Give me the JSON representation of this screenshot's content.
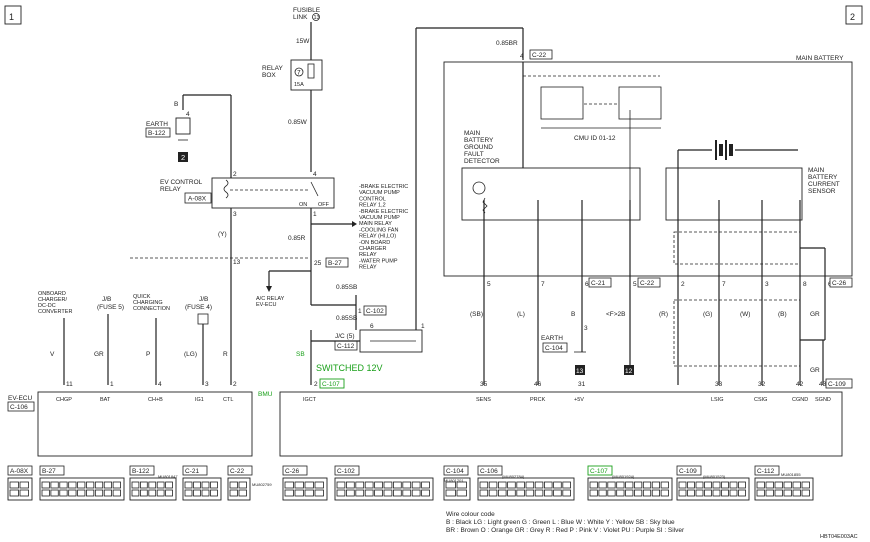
{
  "page_ids": [
    "1",
    "2"
  ],
  "doc_code": "HBT04E003AC",
  "fusible_link": "FUSIBLE\nLINK",
  "fusible_link_num": "13",
  "relay_box": {
    "label": "RELAY\nBOX",
    "fuse_num": "7",
    "fuse_rating": "15A"
  },
  "wires": {
    "w15W": "15W",
    "w085W": "0.85W",
    "w085BR": "0.85BR",
    "w085R": "0.85R",
    "w085SB_a": "0.85SB",
    "w085SB_b": "0.85SB",
    "wB_earth": "B",
    "wY": "(Y)",
    "wV": "V",
    "wGR": "GR",
    "wP": "P",
    "wLG": "(LG)",
    "wR": "R",
    "wSB": "SB",
    "wSB_p": "(SB)",
    "wL": "(L)",
    "wB": "B",
    "wF2B": "<F>2B",
    "wR2": "(R)",
    "wG": "(G)",
    "wW": "(W)",
    "wB2": "(B)",
    "wGR2": "GR",
    "wGR3": "GR"
  },
  "earth_labels": {
    "e1": "EARTH",
    "e2": "EARTH"
  },
  "connectors": {
    "B122": "B-122",
    "A08X": "A-08X",
    "B27": "B-27",
    "C102": "C-102",
    "C112": "C-112",
    "C107": "C-107",
    "C106": "C-106",
    "C22": "C-22",
    "C21": "C-21",
    "C104": "C-104",
    "C26": "C-26",
    "C109": "C-109"
  },
  "earth_marks": {
    "m2": "2",
    "m13": "13",
    "m12": "12"
  },
  "ev_control_relay": {
    "label": "EV CONTROL\nRELAY",
    "on": "ON",
    "off": "OFF"
  },
  "relay_loads": "BRAKE ELECTRIC\nVACUUM PUMP\nCONTROL\nRELAY 1,2\nBRAKE ELECTRIC\nVACUUM PUMP\nMAIN RELAY\nCOOLING FAN\nRELAY (HI,LO)\nON BOARD\nCHARGER\nRELAY\nWATER PUMP\nRELAY",
  "ac_relay": "A/C RELAY\nEV-ECU",
  "jc5": "J/C (5)",
  "top_labels": {
    "onboard": "ONBOARD\nCHARGER/\nDC-DC\nCONVERTER",
    "jb1": "J/B\n(FUSE 5)",
    "quick": "QUICK\nCHARGING\nCONNECTION",
    "jb2": "J/B\n(FUSE 4)"
  },
  "switched": "SWITCHED 12V",
  "bmu": "BMU",
  "ev_ecu": "EV-ECU",
  "pins_ev": [
    {
      "num": "11",
      "name": "CHGP"
    },
    {
      "num": "1",
      "name": "BAT"
    },
    {
      "num": "4",
      "name": "CH+B"
    },
    {
      "num": "3",
      "name": "IG1"
    },
    {
      "num": "2",
      "name": "CTL"
    }
  ],
  "pins_bmu": [
    {
      "num": "2",
      "name": "IGCT"
    },
    {
      "num": "35",
      "name": "SENS"
    },
    {
      "num": "46",
      "name": "PRCK"
    },
    {
      "num": "31",
      "name": "+5V"
    },
    {
      "num": "33",
      "name": "LSIG"
    },
    {
      "num": "32",
      "name": "CSIG"
    },
    {
      "num": "42",
      "name": "CGND"
    },
    {
      "num": "43",
      "name": "SGND"
    }
  ],
  "battery_pins": [
    "5",
    "7",
    "6",
    "5",
    "2",
    "7",
    "3",
    "8",
    "6"
  ],
  "main_battery": "MAIN BATTERY",
  "cmu": "CMU ID 01-12",
  "gfd": "MAIN\nBATTERY\nGROUND\nFAULT\nDETECTOR",
  "current_sensor": "MAIN\nBATTERY\nCURRENT\nSENSOR",
  "pin_misc": {
    "p4a": "4",
    "p4b": "4",
    "p2": "2",
    "p3": "3",
    "p1": "1",
    "p13": "13",
    "p25": "25",
    "p1b": "1",
    "p6": "6",
    "p1c": "1",
    "p3b": "3",
    "p4c": "4"
  },
  "bottom_connectors": [
    {
      "label": "A-08X"
    },
    {
      "label": "B-27"
    },
    {
      "label": "B-122"
    },
    {
      "label": "C-21"
    },
    {
      "label": "C-22"
    },
    {
      "label": "C-26"
    },
    {
      "label": "C-102"
    },
    {
      "label": "C-104"
    },
    {
      "label": "C-106"
    },
    {
      "label": "C-107"
    },
    {
      "label": "C-109"
    },
    {
      "label": "C-112"
    }
  ],
  "bottom_codes": {
    "B122": "MU801847",
    "C22": "MU802759",
    "C104": "MU801201",
    "C106": "(MU802784)",
    "C107": "(MU801924)",
    "C109": "(MU801523)",
    "C112": "MU801855"
  },
  "wire_colour": {
    "title": "Wire colour code",
    "line1": "B : Black    LG : Light green    G : Green    L : Blue    W : White    Y : Yellow    SB : Sky blue",
    "line2": "BR : Brown    O : Orange    GR : Grey    R : Red    P : Pink    V : Violet    PU : Purple    SI : Silver"
  }
}
